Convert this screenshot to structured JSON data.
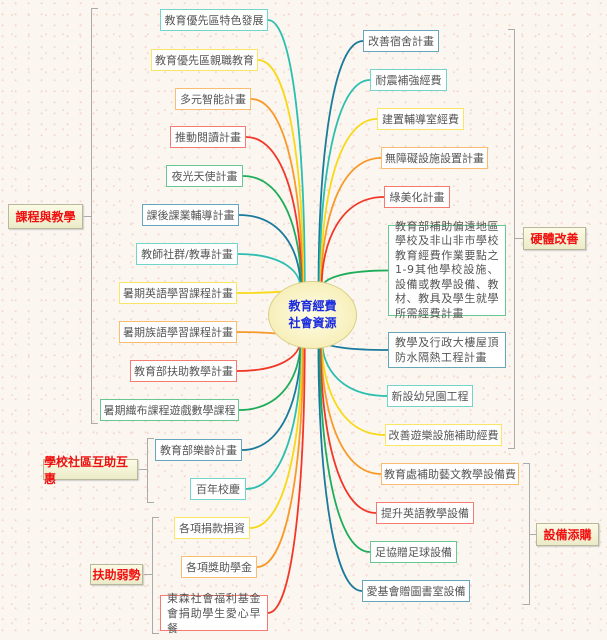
{
  "center": {
    "line1": "教育經費",
    "line2": "社會資源"
  },
  "categories": {
    "curriculum": "課程與教學",
    "hardware": "硬體改善",
    "community": "學校社區互助互惠",
    "disadvantaged": "扶助弱勢",
    "equipment": "設備添購"
  },
  "curriculum": [
    {
      "text": "教育優先區特色發展",
      "color": "#2bbfb0"
    },
    {
      "text": "教育優先區親職教育",
      "color": "#f7d917"
    },
    {
      "text": "多元智能計畫",
      "color": "#f79a2a"
    },
    {
      "text": "推動閱讀計畫",
      "color": "#f0382a"
    },
    {
      "text": "夜光天使計畫",
      "color": "#1ead5a"
    },
    {
      "text": "課後課業輔導計畫",
      "color": "#1a7a9c"
    },
    {
      "text": "教師社群/教專計畫",
      "color": "#2bbfb0"
    },
    {
      "text": "暑期英語學習課程計畫",
      "color": "#f7d917"
    },
    {
      "text": "暑期族語學習課程計畫",
      "color": "#f79a2a"
    },
    {
      "text": "教育部扶助教學計畫",
      "color": "#f0382a"
    },
    {
      "text": "暑期織布課程遊戲數學課程",
      "color": "#1ead5a"
    }
  ],
  "community": [
    {
      "text": "教育部樂齡計畫",
      "color": "#1a7a9c"
    },
    {
      "text": "百年校慶",
      "color": "#2bbfb0"
    }
  ],
  "disadvantaged": [
    {
      "text": "各項捐款捐資",
      "color": "#f7d917"
    },
    {
      "text": "各項獎助學金",
      "color": "#f79a2a"
    },
    {
      "text": "東森社會福利基金會捐助學生愛心早餐",
      "color": "#f0382a"
    }
  ],
  "hardware": [
    {
      "text": "改善宿舍計畫",
      "color": "#1a7a9c"
    },
    {
      "text": "耐震補強經費",
      "color": "#2bbfb0"
    },
    {
      "text": "建置輔導室經費",
      "color": "#f7d917"
    },
    {
      "text": "無障礙設施設置計畫",
      "color": "#f79a2a"
    },
    {
      "text": "綠美化計畫",
      "color": "#f0382a"
    },
    {
      "text": "教育部補助偏遠地區學校及非山非市學校教育經費作業要點之1-9其他學校設施、設備或教學設備、教材、教具及學生就學所需經費計畫",
      "color": "#1ead5a"
    },
    {
      "text": "教學及行政大樓屋頂防水隔熱工程計畫",
      "color": "#1a7a9c"
    },
    {
      "text": "新設幼兒園工程",
      "color": "#2bbfb0"
    },
    {
      "text": "改善遊樂設施補助經費",
      "color": "#f7d917"
    }
  ],
  "equipment": [
    {
      "text": "教育處補助藝文教學設備費",
      "color": "#f79a2a"
    },
    {
      "text": "提升英語教學設備",
      "color": "#f0382a"
    },
    {
      "text": "足協贈足球設備",
      "color": "#1ead5a"
    },
    {
      "text": "愛基會贈圖書室設備",
      "color": "#1a7a9c"
    }
  ]
}
